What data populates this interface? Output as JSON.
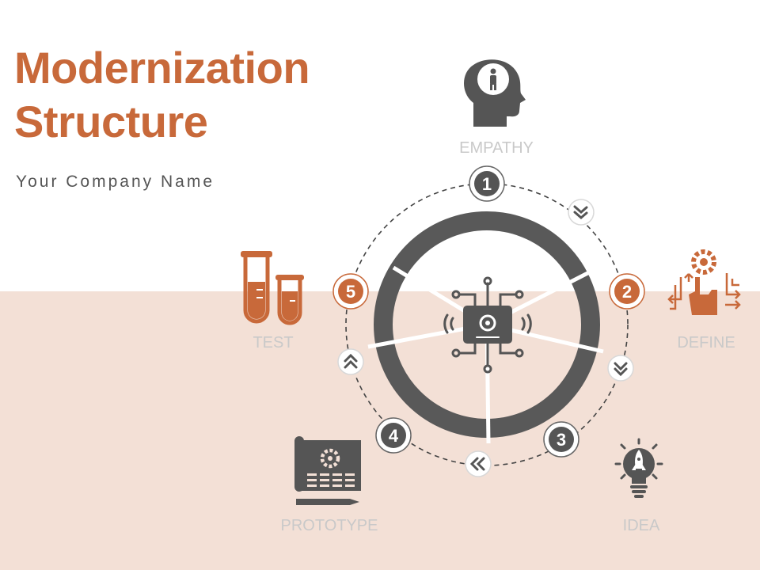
{
  "title": {
    "line1": "Modernization",
    "line2": "Structure"
  },
  "subtitle": "Your Company Name",
  "steps": [
    {
      "number": "1",
      "label": "EMPATHY",
      "icon": "head-person-icon"
    },
    {
      "number": "2",
      "label": "DEFINE",
      "icon": "gear-hand-arrows-icon"
    },
    {
      "number": "3",
      "label": "IDEA",
      "icon": "lightbulb-rocket-icon"
    },
    {
      "number": "4",
      "label": "PROTOTYPE",
      "icon": "blueprint-pencil-icon"
    },
    {
      "number": "5",
      "label": "TEST",
      "icon": "test-tubes-icon"
    }
  ],
  "center_icon": "circuit-chip-gear-icon",
  "colors": {
    "accent": "#c8693a",
    "dark": "#555555",
    "background_bottom": "#f3e0d6",
    "label_gray": "#c9c9c9"
  }
}
